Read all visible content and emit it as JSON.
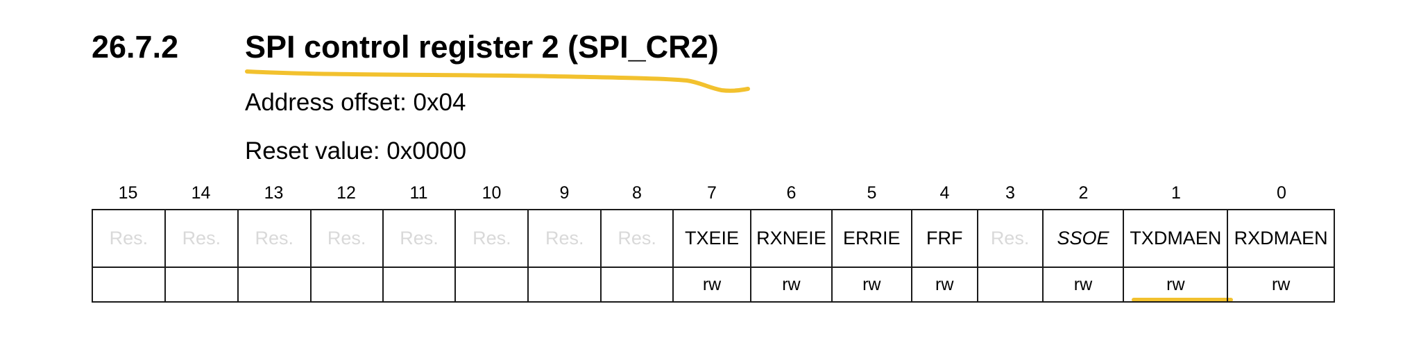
{
  "section": {
    "number": "26.7.2",
    "title": "SPI control register 2 (SPI_CR2)"
  },
  "register": {
    "address_offset": "Address offset: 0x04",
    "reset_value": "Reset value: 0x0000",
    "bit_numbers": [
      "15",
      "14",
      "13",
      "12",
      "11",
      "10",
      "9",
      "8",
      "7",
      "6",
      "5",
      "4",
      "3",
      "2",
      "1",
      "0"
    ],
    "fields": [
      "Res.",
      "Res.",
      "Res.",
      "Res.",
      "Res.",
      "Res.",
      "Res.",
      "Res.",
      "TXEIE",
      "RXNEIE",
      "ERRIE",
      "FRF",
      "Res.",
      "SSOE",
      "TXDMAEN",
      "RXDMAEN"
    ],
    "access": [
      "",
      "",
      "",
      "",
      "",
      "",
      "",
      "",
      "rw",
      "rw",
      "rw",
      "rw",
      "",
      "rw",
      "rw",
      "rw"
    ]
  },
  "colors": {
    "highlight": "#f2c12e",
    "reserved_text": "#d9d9d9",
    "text": "#000000",
    "border": "#1a1a1a"
  }
}
